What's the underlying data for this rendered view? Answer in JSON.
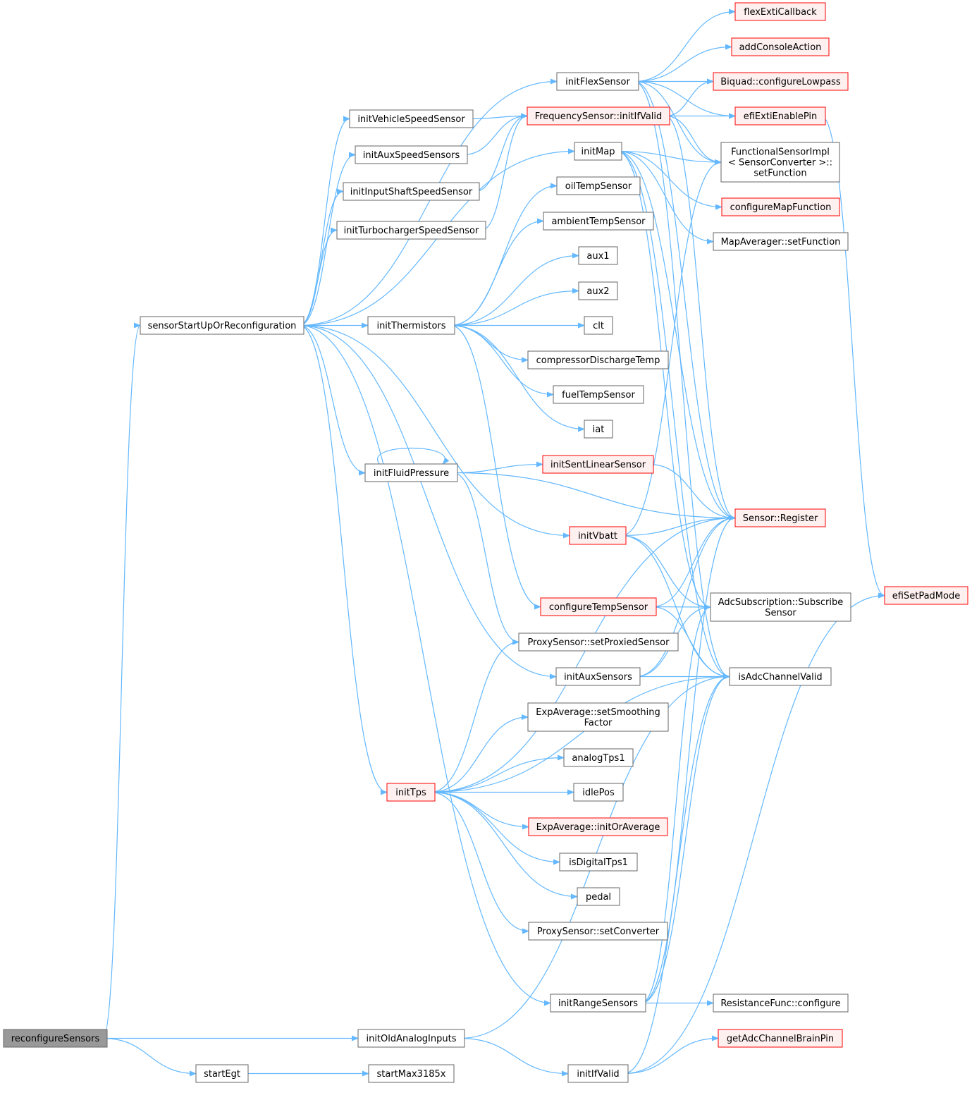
{
  "colors": {
    "edge": "#63b8ff",
    "node_border": "#666666",
    "node_fill": "#ffffff",
    "ref_border": "#ff0000",
    "ref_fill": "#fff0f0",
    "root_fill": "#999999",
    "root_border": "#666666"
  },
  "nodes": {
    "reconfigureSensors": {
      "lines": [
        "reconfigureSensors"
      ],
      "style": "root"
    },
    "sensorStartUpOrReconfiguration": {
      "lines": [
        "sensorStartUpOrReconfiguration"
      ],
      "style": "normal"
    },
    "initOldAnalogInputs": {
      "lines": [
        "initOldAnalogInputs"
      ],
      "style": "normal"
    },
    "startEgt": {
      "lines": [
        "startEgt"
      ],
      "style": "normal"
    },
    "startMax3185x": {
      "lines": [
        "startMax3185x"
      ],
      "style": "normal"
    },
    "initIfValid": {
      "lines": [
        "initIfValid"
      ],
      "style": "normal"
    },
    "initFlexSensor": {
      "lines": [
        "initFlexSensor"
      ],
      "style": "normal"
    },
    "initVehicleSpeedSensor": {
      "lines": [
        "initVehicleSpeedSensor"
      ],
      "style": "normal"
    },
    "initAuxSpeedSensors": {
      "lines": [
        "initAuxSpeedSensors"
      ],
      "style": "normal"
    },
    "initInputShaftSpeedSensor": {
      "lines": [
        "initInputShaftSpeedSensor"
      ],
      "style": "normal"
    },
    "initTurbochargerSpeedSensor": {
      "lines": [
        "initTurbochargerSpeedSensor"
      ],
      "style": "normal"
    },
    "initThermistors": {
      "lines": [
        "initThermistors"
      ],
      "style": "normal"
    },
    "initFluidPressure": {
      "lines": [
        "initFluidPressure"
      ],
      "style": "normal"
    },
    "initTps": {
      "lines": [
        "initTps"
      ],
      "style": "ref"
    },
    "initRangeSensors": {
      "lines": [
        "initRangeSensors"
      ],
      "style": "normal"
    },
    "initAuxSensors": {
      "lines": [
        "initAuxSensors"
      ],
      "style": "normal"
    },
    "initVbatt": {
      "lines": [
        "initVbatt"
      ],
      "style": "ref"
    },
    "initMap": {
      "lines": [
        "initMap"
      ],
      "style": "normal"
    },
    "FrequencySensorInitIfValid": {
      "lines": [
        "FrequencySensor::initIfValid"
      ],
      "style": "ref"
    },
    "oilTempSensor": {
      "lines": [
        "oilTempSensor"
      ],
      "style": "normal"
    },
    "ambientTempSensor": {
      "lines": [
        "ambientTempSensor"
      ],
      "style": "normal"
    },
    "aux1": {
      "lines": [
        "aux1"
      ],
      "style": "normal"
    },
    "aux2": {
      "lines": [
        "aux2"
      ],
      "style": "normal"
    },
    "clt": {
      "lines": [
        "clt"
      ],
      "style": "normal"
    },
    "compressorDischargeTemp": {
      "lines": [
        "compressorDischargeTemp"
      ],
      "style": "normal"
    },
    "fuelTempSensor": {
      "lines": [
        "fuelTempSensor"
      ],
      "style": "normal"
    },
    "iat": {
      "lines": [
        "iat"
      ],
      "style": "normal"
    },
    "initSentLinearSensor": {
      "lines": [
        "initSentLinearSensor"
      ],
      "style": "ref"
    },
    "configureTempSensor": {
      "lines": [
        "configureTempSensor"
      ],
      "style": "ref"
    },
    "ProxySensorSetProxiedSensor": {
      "lines": [
        "ProxySensor::setProxiedSensor"
      ],
      "style": "normal"
    },
    "ExpAverageSetSmoothingFactor": {
      "lines": [
        "ExpAverage::setSmoothing",
        "Factor"
      ],
      "style": "normal"
    },
    "analogTps1": {
      "lines": [
        "analogTps1"
      ],
      "style": "normal"
    },
    "idlePos": {
      "lines": [
        "idlePos"
      ],
      "style": "normal"
    },
    "ExpAverageInitOrAverage": {
      "lines": [
        "ExpAverage::initOrAverage"
      ],
      "style": "ref"
    },
    "isDigitalTps1": {
      "lines": [
        "isDigitalTps1"
      ],
      "style": "normal"
    },
    "pedal": {
      "lines": [
        "pedal"
      ],
      "style": "normal"
    },
    "ProxySensorSetConverter": {
      "lines": [
        "ProxySensor::setConverter"
      ],
      "style": "normal"
    },
    "flexExtiCallback": {
      "lines": [
        "flexExtiCallback"
      ],
      "style": "ref"
    },
    "addConsoleAction": {
      "lines": [
        "addConsoleAction"
      ],
      "style": "ref"
    },
    "BiquadConfigureLowpass": {
      "lines": [
        "Biquad::configureLowpass"
      ],
      "style": "ref"
    },
    "efiExtiEnablePin": {
      "lines": [
        "efiExtiEnablePin"
      ],
      "style": "ref"
    },
    "FunctionalSensorImplSetFunction": {
      "lines": [
        "FunctionalSensorImpl",
        "< SensorConverter >::",
        "setFunction"
      ],
      "style": "normal"
    },
    "configureMapFunction": {
      "lines": [
        "configureMapFunction"
      ],
      "style": "ref"
    },
    "MapAveragerSetFunction": {
      "lines": [
        "MapAverager::setFunction"
      ],
      "style": "normal"
    },
    "SensorRegister": {
      "lines": [
        "Sensor::Register"
      ],
      "style": "ref"
    },
    "AdcSubscriptionSubscribeSensor": {
      "lines": [
        "AdcSubscription::Subscribe",
        "Sensor"
      ],
      "style": "normal"
    },
    "isAdcChannelValid": {
      "lines": [
        "isAdcChannelValid"
      ],
      "style": "normal"
    },
    "ResistanceFuncConfigure": {
      "lines": [
        "ResistanceFunc::configure"
      ],
      "style": "normal"
    },
    "getAdcChannelBrainPin": {
      "lines": [
        "getAdcChannelBrainPin"
      ],
      "style": "ref"
    },
    "efiSetPadMode": {
      "lines": [
        "efiSetPadMode"
      ],
      "style": "ref"
    }
  },
  "edges": [
    [
      "reconfigureSensors",
      "sensorStartUpOrReconfiguration"
    ],
    [
      "reconfigureSensors",
      "initOldAnalogInputs"
    ],
    [
      "reconfigureSensors",
      "startEgt"
    ],
    [
      "startEgt",
      "startMax3185x"
    ],
    [
      "initOldAnalogInputs",
      "initIfValid"
    ],
    [
      "initOldAnalogInputs",
      "isAdcChannelValid"
    ],
    [
      "initIfValid",
      "getAdcChannelBrainPin"
    ],
    [
      "initIfValid",
      "isAdcChannelValid"
    ],
    [
      "initIfValid",
      "efiSetPadMode"
    ],
    [
      "sensorStartUpOrReconfiguration",
      "initFlexSensor"
    ],
    [
      "sensorStartUpOrReconfiguration",
      "initVehicleSpeedSensor"
    ],
    [
      "sensorStartUpOrReconfiguration",
      "initAuxSpeedSensors"
    ],
    [
      "sensorStartUpOrReconfiguration",
      "initInputShaftSpeedSensor"
    ],
    [
      "sensorStartUpOrReconfiguration",
      "initTurbochargerSpeedSensor"
    ],
    [
      "sensorStartUpOrReconfiguration",
      "initMap"
    ],
    [
      "sensorStartUpOrReconfiguration",
      "initThermistors"
    ],
    [
      "sensorStartUpOrReconfiguration",
      "initFluidPressure"
    ],
    [
      "sensorStartUpOrReconfiguration",
      "initVbatt"
    ],
    [
      "sensorStartUpOrReconfiguration",
      "initAuxSensors"
    ],
    [
      "sensorStartUpOrReconfiguration",
      "initTps"
    ],
    [
      "sensorStartUpOrReconfiguration",
      "initRangeSensors"
    ],
    [
      "initFlexSensor",
      "flexExtiCallback"
    ],
    [
      "initFlexSensor",
      "addConsoleAction"
    ],
    [
      "initFlexSensor",
      "BiquadConfigureLowpass"
    ],
    [
      "initFlexSensor",
      "efiExtiEnablePin"
    ],
    [
      "initFlexSensor",
      "FunctionalSensorImplSetFunction"
    ],
    [
      "initFlexSensor",
      "SensorRegister"
    ],
    [
      "initFlexSensor",
      "isAdcChannelValid"
    ],
    [
      "initVehicleSpeedSensor",
      "FrequencySensorInitIfValid"
    ],
    [
      "initAuxSpeedSensors",
      "FrequencySensorInitIfValid"
    ],
    [
      "initInputShaftSpeedSensor",
      "FrequencySensorInitIfValid"
    ],
    [
      "initTurbochargerSpeedSensor",
      "FrequencySensorInitIfValid"
    ],
    [
      "FrequencySensorInitIfValid",
      "BiquadConfigureLowpass"
    ],
    [
      "FrequencySensorInitIfValid",
      "efiExtiEnablePin"
    ],
    [
      "FrequencySensorInitIfValid",
      "FunctionalSensorImplSetFunction"
    ],
    [
      "FrequencySensorInitIfValid",
      "SensorRegister"
    ],
    [
      "efiExtiEnablePin",
      "efiSetPadMode"
    ],
    [
      "initMap",
      "FunctionalSensorImplSetFunction"
    ],
    [
      "initMap",
      "configureMapFunction"
    ],
    [
      "initMap",
      "MapAveragerSetFunction"
    ],
    [
      "initMap",
      "SensorRegister"
    ],
    [
      "initMap",
      "AdcSubscriptionSubscribeSensor"
    ],
    [
      "initMap",
      "isAdcChannelValid"
    ],
    [
      "initThermistors",
      "oilTempSensor"
    ],
    [
      "initThermistors",
      "ambientTempSensor"
    ],
    [
      "initThermistors",
      "aux1"
    ],
    [
      "initThermistors",
      "aux2"
    ],
    [
      "initThermistors",
      "clt"
    ],
    [
      "initThermistors",
      "compressorDischargeTemp"
    ],
    [
      "initThermistors",
      "fuelTempSensor"
    ],
    [
      "initThermistors",
      "iat"
    ],
    [
      "initThermistors",
      "configureTempSensor"
    ],
    [
      "initFluidPressure",
      "initFluidPressure"
    ],
    [
      "initFluidPressure",
      "initSentLinearSensor"
    ],
    [
      "initFluidPressure",
      "SensorRegister"
    ],
    [
      "initFluidPressure",
      "ProxySensorSetProxiedSensor"
    ],
    [
      "initSentLinearSensor",
      "SensorRegister"
    ],
    [
      "initVbatt",
      "FunctionalSensorImplSetFunction"
    ],
    [
      "initVbatt",
      "SensorRegister"
    ],
    [
      "initVbatt",
      "AdcSubscriptionSubscribeSensor"
    ],
    [
      "initVbatt",
      "isAdcChannelValid"
    ],
    [
      "configureTempSensor",
      "SensorRegister"
    ],
    [
      "configureTempSensor",
      "AdcSubscriptionSubscribeSensor"
    ],
    [
      "configureTempSensor",
      "isAdcChannelValid"
    ],
    [
      "initAuxSensors",
      "SensorRegister"
    ],
    [
      "initAuxSensors",
      "AdcSubscriptionSubscribeSensor"
    ],
    [
      "initAuxSensors",
      "isAdcChannelValid"
    ],
    [
      "initTps",
      "SensorRegister"
    ],
    [
      "initTps",
      "ProxySensorSetProxiedSensor"
    ],
    [
      "initTps",
      "ExpAverageSetSmoothingFactor"
    ],
    [
      "initTps",
      "analogTps1"
    ],
    [
      "initTps",
      "idlePos"
    ],
    [
      "initTps",
      "ExpAverageInitOrAverage"
    ],
    [
      "initTps",
      "isDigitalTps1"
    ],
    [
      "initTps",
      "pedal"
    ],
    [
      "initTps",
      "ProxySensorSetConverter"
    ],
    [
      "initTps",
      "isAdcChannelValid"
    ],
    [
      "initRangeSensors",
      "SensorRegister"
    ],
    [
      "initRangeSensors",
      "AdcSubscriptionSubscribeSensor"
    ],
    [
      "initRangeSensors",
      "isAdcChannelValid"
    ],
    [
      "initRangeSensors",
      "ResistanceFuncConfigure"
    ]
  ]
}
